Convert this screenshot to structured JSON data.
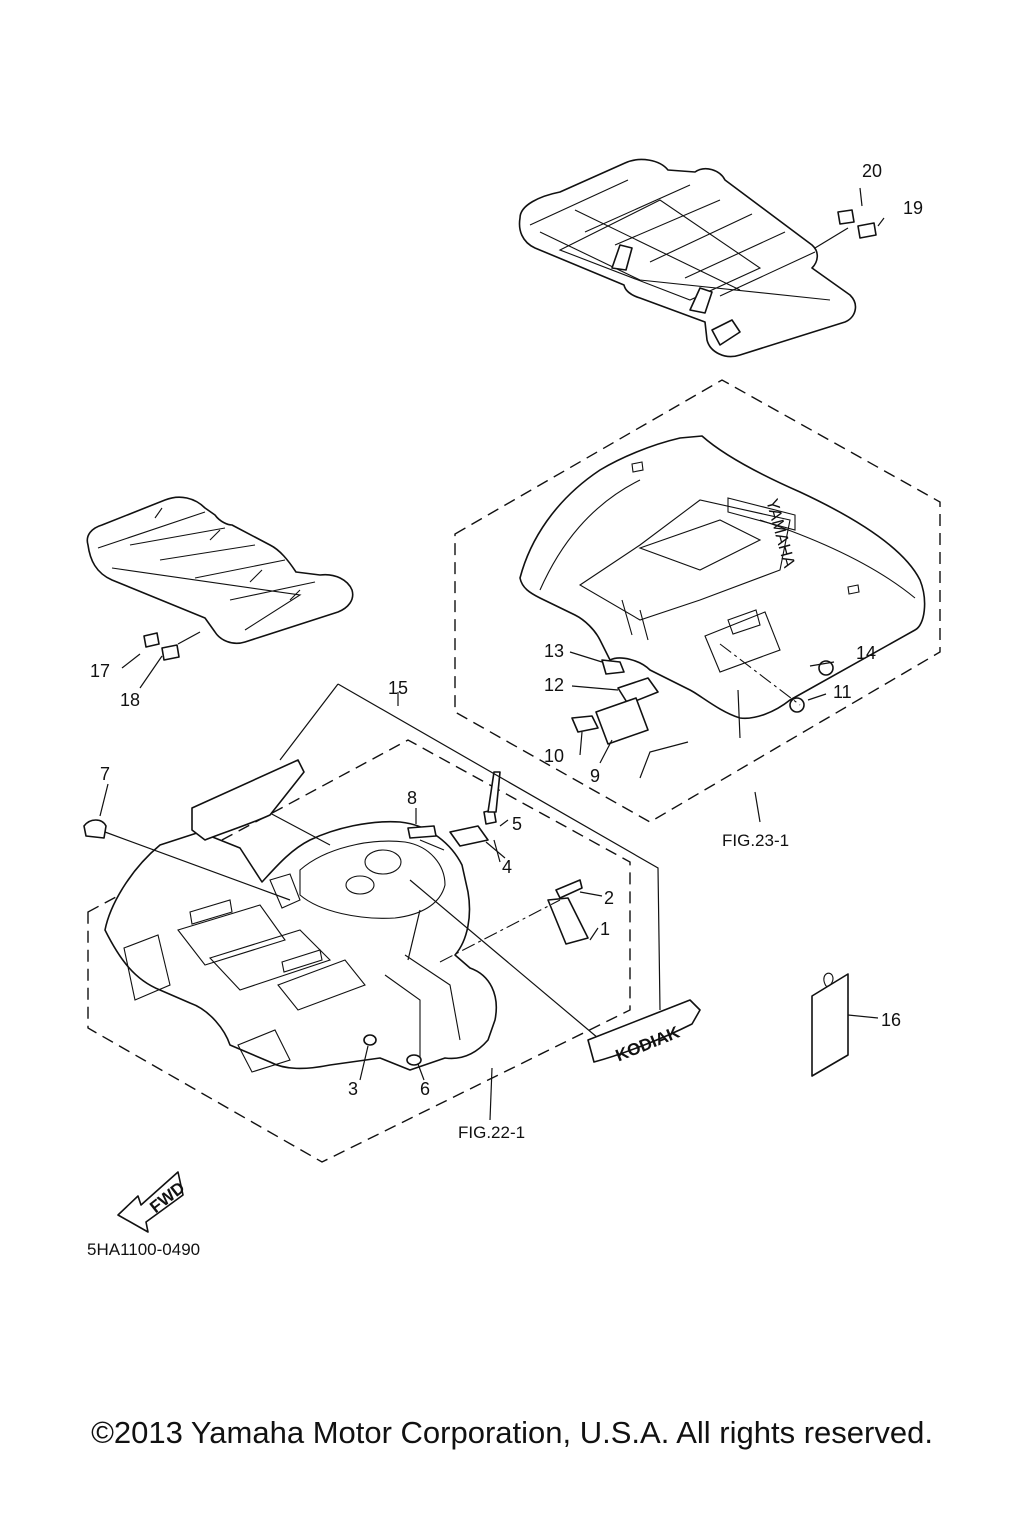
{
  "diagram": {
    "callouts": [
      {
        "id": "1",
        "text": "1"
      },
      {
        "id": "2",
        "text": "2"
      },
      {
        "id": "3",
        "text": "3"
      },
      {
        "id": "4",
        "text": "4"
      },
      {
        "id": "5",
        "text": "5"
      },
      {
        "id": "6",
        "text": "6"
      },
      {
        "id": "7",
        "text": "7"
      },
      {
        "id": "8",
        "text": "8"
      },
      {
        "id": "9",
        "text": "9"
      },
      {
        "id": "10",
        "text": "10"
      },
      {
        "id": "11",
        "text": "11"
      },
      {
        "id": "12",
        "text": "12"
      },
      {
        "id": "13",
        "text": "13"
      },
      {
        "id": "14",
        "text": "14"
      },
      {
        "id": "15",
        "text": "15"
      },
      {
        "id": "16",
        "text": "16"
      },
      {
        "id": "17",
        "text": "17"
      },
      {
        "id": "18",
        "text": "18"
      },
      {
        "id": "19",
        "text": "19"
      },
      {
        "id": "20",
        "text": "20"
      }
    ],
    "fig_refs": {
      "rear": "FIG.23-1",
      "front": "FIG.22-1"
    },
    "fwd_arrow_text": "FWD",
    "decal_text": "KODIAK",
    "fender_mark_text": "YAMAHA",
    "drawing_code": "5HA1100-0490"
  },
  "footer": {
    "copyright": "©2013 Yamaha Motor Corporation, U.S.A. All rights reserved."
  }
}
